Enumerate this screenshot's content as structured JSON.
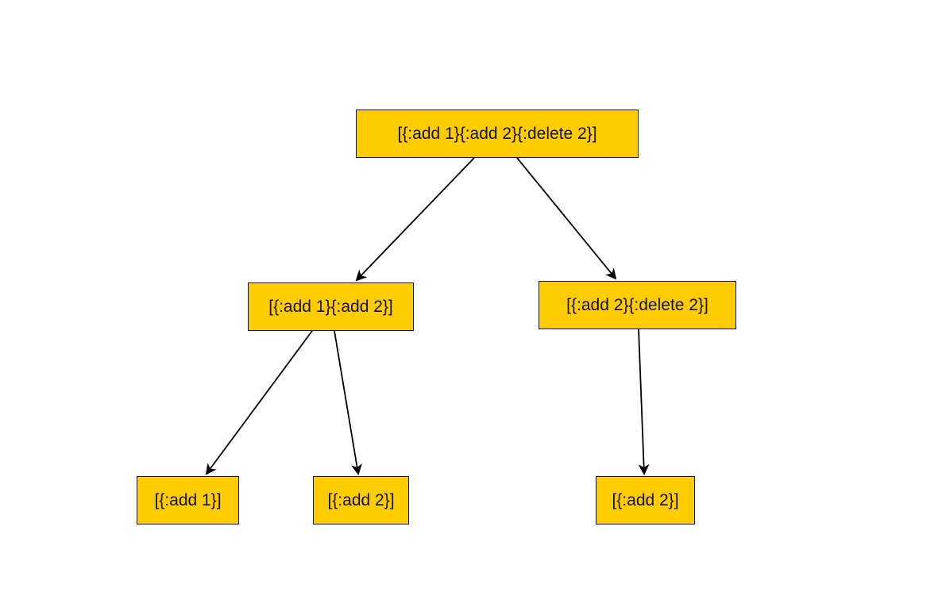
{
  "diagram": {
    "nodes": [
      {
        "id": "root",
        "label": "[{:add 1}{:add 2}{:delete 2}]"
      },
      {
        "id": "left",
        "label": "[{:add 1}{:add 2}]"
      },
      {
        "id": "right",
        "label": "[{:add 2}{:delete 2}]"
      },
      {
        "id": "ll",
        "label": "[{:add 1}]"
      },
      {
        "id": "lr",
        "label": "[{:add 2}]"
      },
      {
        "id": "rl",
        "label": "[{:add 2}]"
      }
    ],
    "edges": [
      {
        "from": "root",
        "to": "left"
      },
      {
        "from": "root",
        "to": "right"
      },
      {
        "from": "left",
        "to": "ll"
      },
      {
        "from": "left",
        "to": "lr"
      },
      {
        "from": "right",
        "to": "rl"
      }
    ],
    "colors": {
      "node_fill": "#ffcc00",
      "node_border": "#1a1a1a",
      "edge": "#000000",
      "background": "#ffffff"
    }
  }
}
